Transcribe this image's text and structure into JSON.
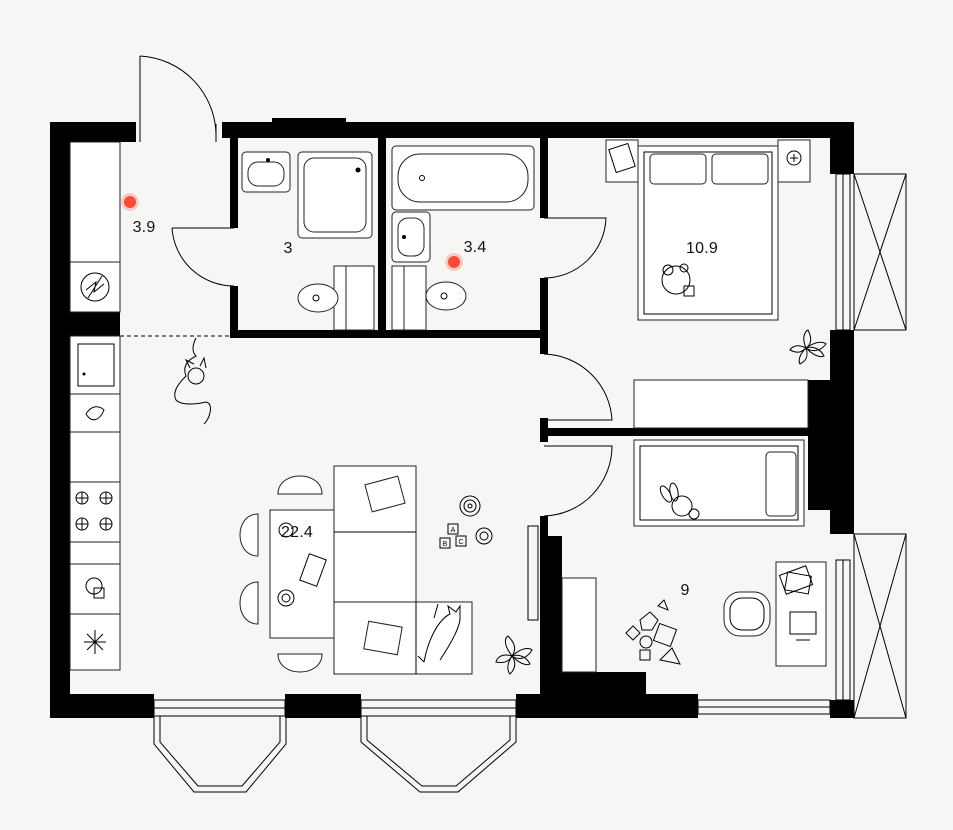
{
  "colors": {
    "background": "#f6f6f4",
    "wall": "#000000",
    "marker": "#ff4a36"
  },
  "rooms": [
    {
      "id": "hallway",
      "area": "3.9"
    },
    {
      "id": "bathroom-shower",
      "area": "3"
    },
    {
      "id": "bathroom-tub",
      "area": "3.4"
    },
    {
      "id": "bedroom",
      "area": "10.9"
    },
    {
      "id": "living-kitchen",
      "area": "22.4"
    },
    {
      "id": "kids-room",
      "area": "9"
    }
  ],
  "markers": [
    {
      "id": "hallway-marker"
    },
    {
      "id": "bathroom-tub-marker"
    }
  ],
  "icons": {
    "sofa": "sofa-icon",
    "bed": "bed-icon",
    "bathtub": "bathtub-icon",
    "toilet": "toilet-icon",
    "sink": "sink-icon",
    "stove": "stove-icon",
    "fridge": "snowflake-icon",
    "plant": "plant-icon",
    "cat": "cat-icon",
    "dining": "dining-table-icon"
  },
  "labels": {
    "abc_blocks": [
      "A",
      "B",
      "C"
    ]
  }
}
